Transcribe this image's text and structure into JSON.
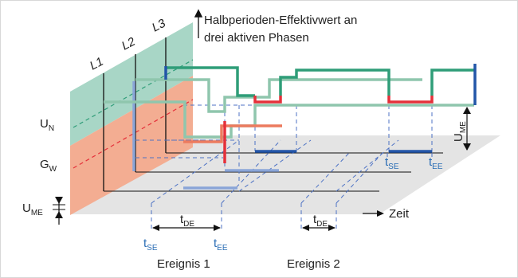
{
  "title_line1": "Halbperioden-Effektivwert an",
  "title_line2": "drei aktiven Phasen",
  "phase_labels": {
    "l1": "L1",
    "l2": "L2",
    "l3": "L3"
  },
  "levels": {
    "un_main": "U",
    "un_sub": "N",
    "gw_main": "G",
    "gw_sub": "W",
    "ume_main": "U",
    "ume_sub": "ME"
  },
  "time_axis_label": "Zeit",
  "duration": {
    "main": "t",
    "sub": "DE"
  },
  "event_start": {
    "main": "t",
    "sub": "SE"
  },
  "event_end": {
    "main": "t",
    "sub": "EE"
  },
  "event1_label": "Ereignis 1",
  "event2_label": "Ereignis 2",
  "colors": {
    "green_band": "#a8d6c6",
    "red_band": "#f3ad92",
    "floor": "#e4e4e4",
    "phase_green_dark": "#2f9d78",
    "phase_green_light": "#8fc6ad",
    "phase_red": "#e5303a",
    "phase_salmon": "#ec7b5f",
    "phase_blue": "#2255a8",
    "phase_blue_light": "#8aa5d8",
    "dashed": "#4d72c4",
    "annotation_blue": "#2a6db5"
  }
}
